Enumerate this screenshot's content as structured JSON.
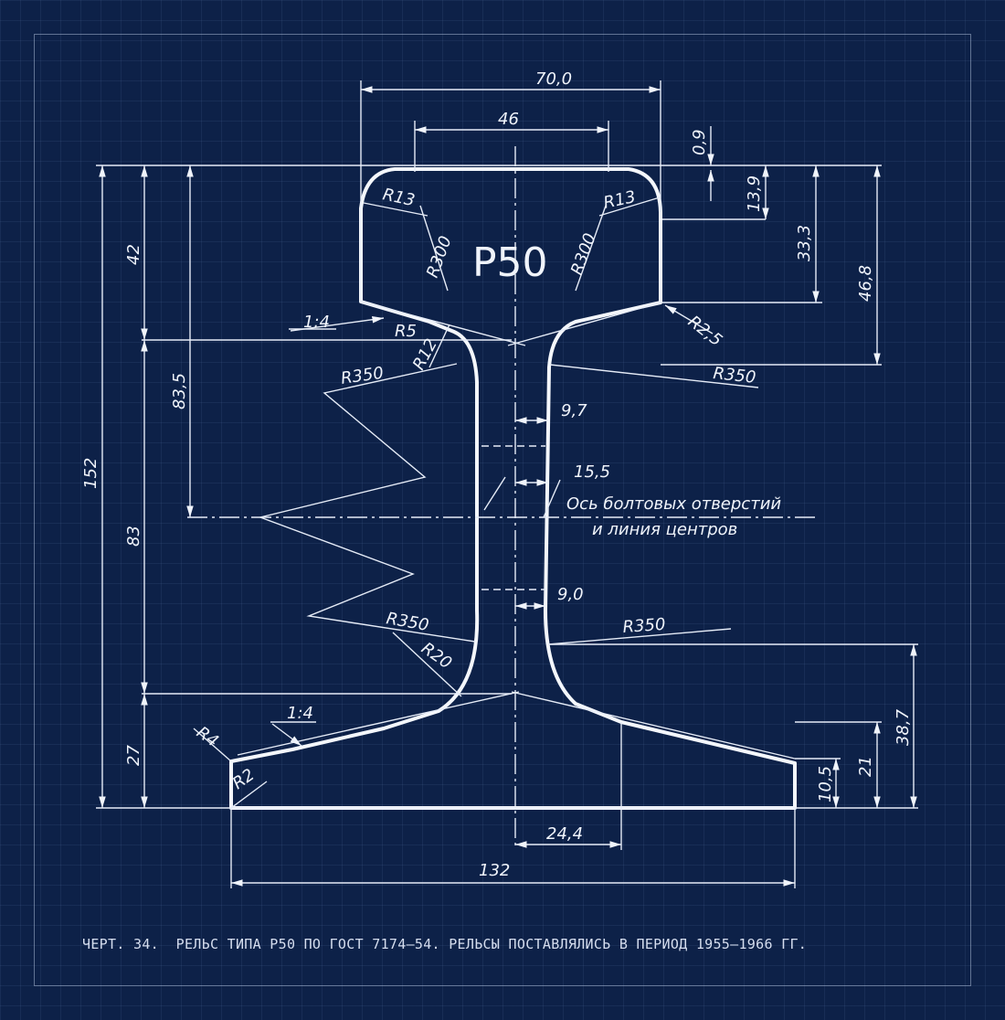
{
  "rail_label": "Р50",
  "colors": {
    "background": "#0d2148",
    "line": "#f0f4fb",
    "caption": "#d6deef"
  },
  "dims": {
    "head_width": "70,0",
    "head_top_width": "46",
    "crown_drop": "0,9",
    "head_side": "13,9",
    "head_height": "33,3",
    "head_full": "46,8",
    "head_radius_left": "R13",
    "head_radius_right": "R13",
    "crown_left": "R300",
    "crown_right": "R300",
    "fillet_r2_5": "R2,5",
    "slope_top": "1:4",
    "fillet_r5": "R5",
    "fillet_r12": "R12",
    "web_r350_top_left": "R350",
    "web_r350_top_right": "R350",
    "web_upper": "9,7",
    "web_mid": "15,5",
    "web_lower": "9,0",
    "web_r350_bottom_left": "R350",
    "web_r350_bottom_right": "R350",
    "fillet_r20": "R20",
    "slope_bottom": "1:4",
    "fillet_r4": "R4",
    "fillet_r2": "R2",
    "height_total": "152",
    "head_zone": "42",
    "web_zone": "83",
    "foot_zone": "27",
    "bolt_height": "83,5",
    "foot_height": "38,7",
    "foot_mid": "21",
    "foot_edge": "10,5",
    "foot_center": "24,4",
    "foot_width": "132"
  },
  "bolt_axis_line1": "Ось болтовых отверстий",
  "bolt_axis_line2": "и линия центров",
  "caption": "ЧЕРТ. 34.  РЕЛЬС ТИПА Р50 ПО ГОСТ 7174—54. РЕЛЬСЫ ПОСТАВЛЯЛИСЬ В ПЕРИОД 1955—1966 ГГ."
}
